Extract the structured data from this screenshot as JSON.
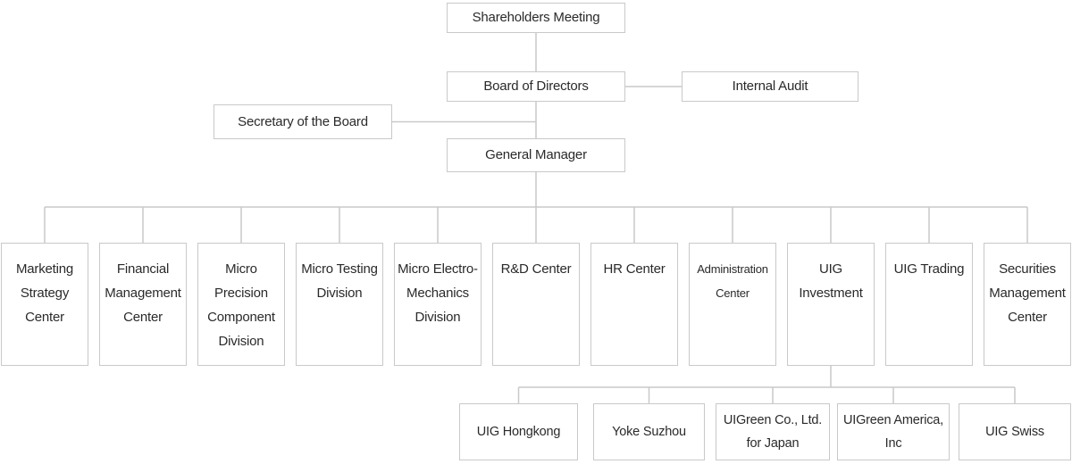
{
  "diagram": {
    "type": "org-chart",
    "colors": {
      "line": "#c9c9c9",
      "box_border": "#c9c9c9",
      "box_background": "#ffffff",
      "text": "#2a2a2a"
    }
  },
  "org": {
    "shareholders": {
      "label": "Shareholders Meeting"
    },
    "board": {
      "label": "Board of Directors"
    },
    "internal_audit": {
      "label": "Internal Audit"
    },
    "secretary": {
      "label": "Secretary of the Board"
    },
    "general_manager": {
      "label": "General Manager"
    },
    "departments": [
      {
        "label": "Marketing Strategy Center"
      },
      {
        "label": "Financial Management Center"
      },
      {
        "label": "Micro Precision Component Division"
      },
      {
        "label": "Micro Testing Division"
      },
      {
        "label": "Micro Electro-Mechanics Division"
      },
      {
        "label": "R&D Center"
      },
      {
        "label": "HR Center"
      },
      {
        "label": "Administration Center"
      },
      {
        "label": "UIG Investment"
      },
      {
        "label": "UIG Trading"
      },
      {
        "label": "Securities Management Center"
      }
    ],
    "uig_investment_subsidiaries": [
      {
        "label": "UIG Hongkong"
      },
      {
        "label": "Yoke Suzhou"
      },
      {
        "label": "UIGreen Co., Ltd. for Japan"
      },
      {
        "label": "UIGreen America, Inc"
      },
      {
        "label": "UIG Swiss"
      }
    ]
  }
}
